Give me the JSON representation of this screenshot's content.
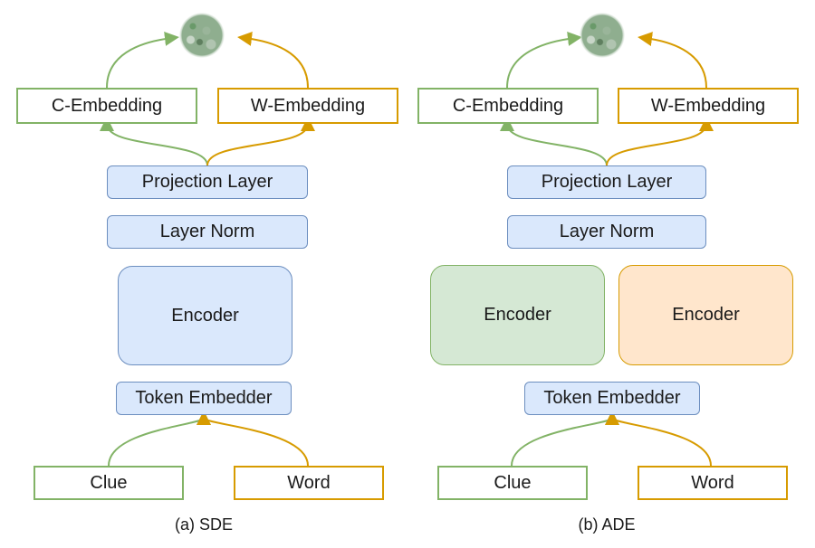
{
  "panels": [
    {
      "caption": "(a) SDE",
      "c_embedding": "C-Embedding",
      "w_embedding": "W-Embedding",
      "projection": "Projection Layer",
      "layer_norm": "Layer Norm",
      "encoder": "Encoder",
      "token_embedder": "Token Embedder",
      "clue": "Clue",
      "word": "Word"
    },
    {
      "caption": "(b) ADE",
      "c_embedding": "C-Embedding",
      "w_embedding": "W-Embedding",
      "projection": "Projection Layer",
      "layer_norm": "Layer Norm",
      "encoder_clue": "Encoder",
      "encoder_word": "Encoder",
      "token_embedder": "Token Embedder",
      "clue": "Clue",
      "word": "Word"
    }
  ],
  "colors": {
    "clue_path": "#82b366",
    "word_path": "#d79b00",
    "layer_fill": "#dae8fc",
    "layer_stroke": "#6c8ebf"
  }
}
